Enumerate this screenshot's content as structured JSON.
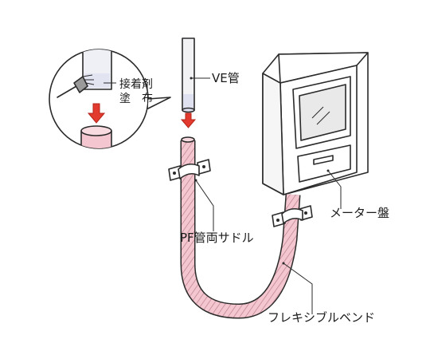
{
  "labels": {
    "ve_pipe": "VE管",
    "adhesive_line1": "接着剤",
    "adhesive_line2": "塗　布",
    "meter_panel": "メーター盤",
    "pf_saddle": "PF管両サドル",
    "flexible_bend": "フレキシブルベンド"
  },
  "colors": {
    "pipe_pink": "#f4c6cf",
    "arrow_red": "#e23a2e",
    "ve_pipe_fill": "#f2f2f5",
    "meter_body": "#ffffff",
    "meter_window": "#e9e9e9"
  }
}
